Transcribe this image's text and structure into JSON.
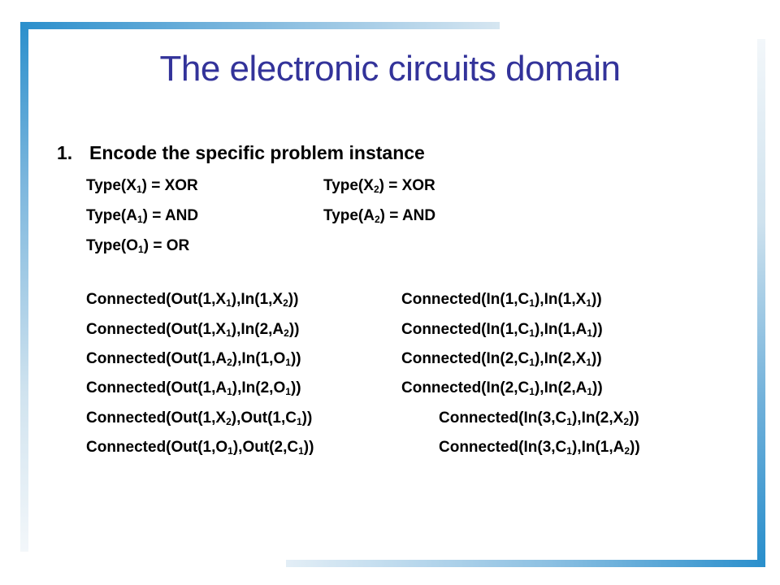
{
  "slide": {
    "title": "The electronic circuits domain",
    "step": {
      "number": "1.",
      "text": "Encode the specific problem instance"
    }
  },
  "type_lines": [
    [
      "Type(X",
      "1",
      ") = XOR"
    ],
    [
      "Type(X",
      "2",
      ") = XOR"
    ],
    [
      "Type(A",
      "1",
      ") = AND"
    ],
    [
      "Type(A",
      "2",
      ") = AND"
    ],
    [
      "Type(O",
      "1",
      ") = OR"
    ]
  ],
  "connections_left": [
    [
      "Connected(Out(1,X",
      "1",
      "),In(1,X",
      "2",
      "))"
    ],
    [
      "Connected(Out(1,X",
      "1",
      "),In(2,A",
      "2",
      "))"
    ],
    [
      "Connected(Out(1,A",
      "2",
      "),In(1,O",
      "1",
      "))"
    ],
    [
      "Connected(Out(1,A",
      "1",
      "),In(2,O",
      "1",
      "))"
    ],
    [
      "Connected(Out(1,X",
      "2",
      "),Out(1,C",
      "1",
      "))"
    ],
    [
      "Connected(Out(1,O",
      "1",
      "),Out(2,C",
      "1",
      "))"
    ]
  ],
  "connections_right": [
    [
      "Connected(In(1,C",
      "1",
      "),In(1,X",
      "1",
      "))"
    ],
    [
      "Connected(In(1,C",
      "1",
      "),In(1,A",
      "1",
      "))"
    ],
    [
      "Connected(In(2,C",
      "1",
      "),In(2,X",
      "1",
      "))"
    ],
    [
      "Connected(In(2,C",
      "1",
      "),In(2,A",
      "1",
      "))"
    ],
    [
      "Connected(In(3,C",
      "1",
      "),In(2,X",
      "2",
      "))"
    ],
    [
      "Connected(In(3,C",
      "1",
      "),In(1,A",
      "2",
      "))"
    ]
  ]
}
